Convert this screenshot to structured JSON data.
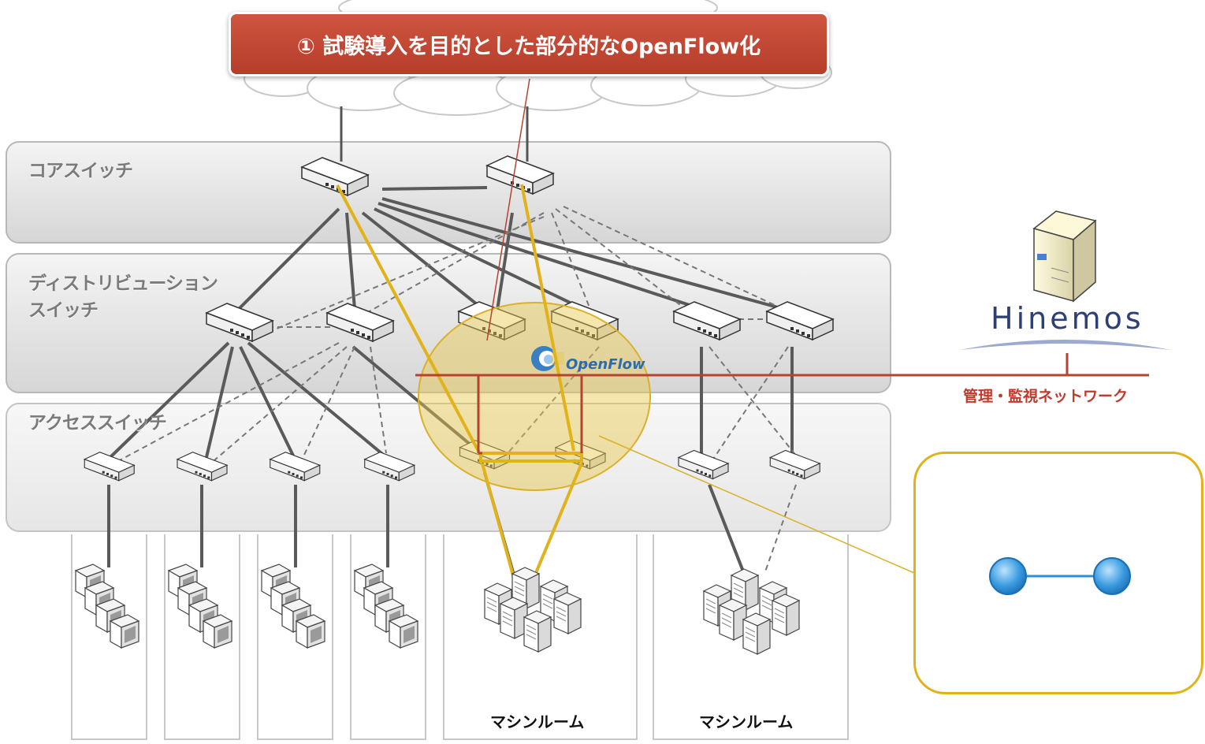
{
  "title": "① 試験導入を目的とした部分的なOpenFlow化",
  "layers": {
    "core": "コアスイッチ",
    "distribution_line1": "ディストリビューション",
    "distribution_line2": "スイッチ",
    "access": "アクセススイッチ"
  },
  "openflow_logo": "OpenFlow",
  "hinemos_logo": "Hinemos",
  "management_network": "管理・監視ネットワーク",
  "machine_rooms": [
    "マシンルーム",
    "マシンルーム"
  ],
  "colors": {
    "title_banner": "#c2462f",
    "openflow_highlight": "#e1b21a",
    "management_line": "#b5432f",
    "node_blue": "#2a8fd6"
  }
}
